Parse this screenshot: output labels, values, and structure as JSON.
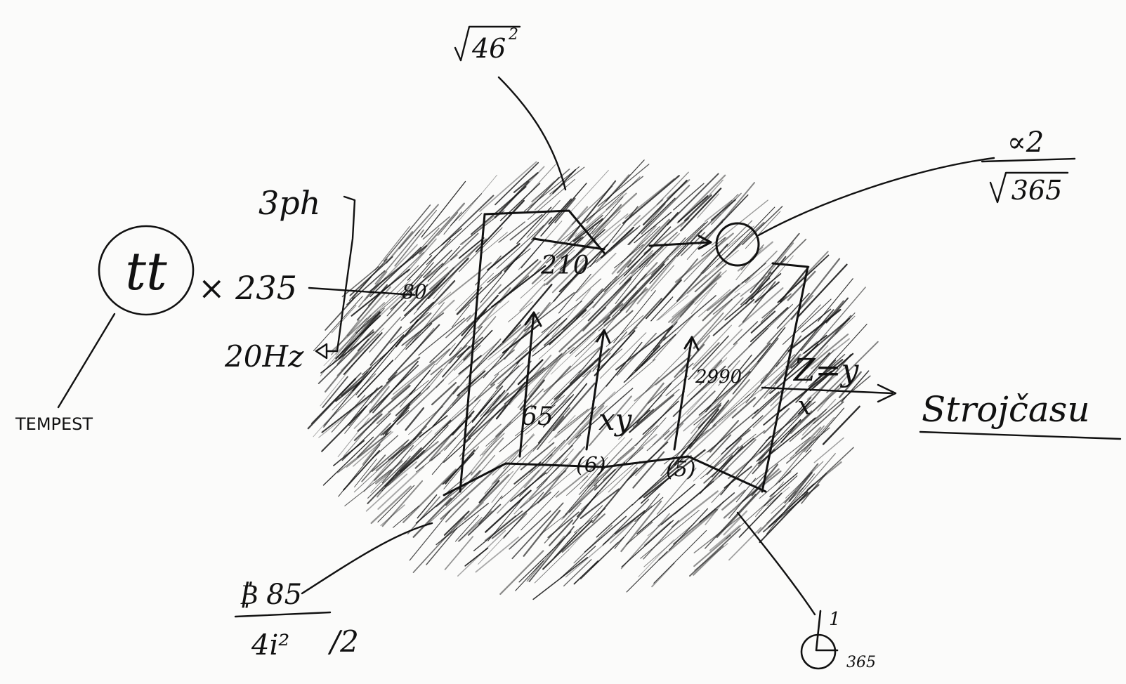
{
  "annotations": {
    "top": {
      "radicand": "46",
      "exponent": "2"
    },
    "top_right": {
      "numerator": "∝2",
      "radicand": "365"
    },
    "left_symbol": "tt",
    "multiplier": "× 235",
    "phase": "3ph",
    "frequency": "20Hz",
    "left_caption": "TEMPEST",
    "right_equation": "Z=y",
    "right_x": "x",
    "right_caption": "Strojčasu",
    "bottom_left": {
      "numerator": "₿ 85",
      "denominator": "4i²",
      "divisor": "/2"
    },
    "bottom_right": {
      "superscript": "1",
      "subscript": "365"
    }
  },
  "inner_labels": {
    "top_fraction_den": "210",
    "left_node": "80",
    "node_65": "65",
    "node_xy": "xy",
    "node_2990": "2990",
    "node_6": "(6)",
    "node_5": "(5)"
  }
}
